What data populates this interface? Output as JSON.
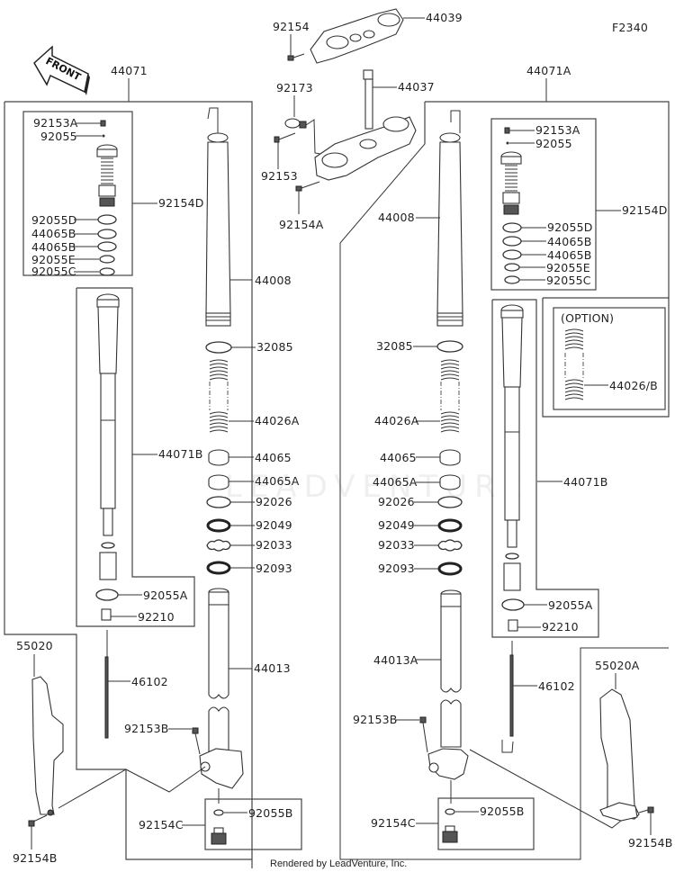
{
  "diagram": {
    "figure_code": "F2340",
    "front_indicator": "FRONT",
    "credit": "Rendered by LeadVenture, Inc.",
    "watermark": "LEADVENTURE",
    "option_label": "(OPTION)",
    "top_assembly": {
      "upper_clamp": "44039",
      "upper_clamp_bolt": "92154",
      "stem": "44037",
      "clamp_holder": "92173",
      "holder_bolt": "92153",
      "lower_clamp_bolt": "92154A"
    },
    "left_fork": {
      "assembly": "44071",
      "cap_assembly": "92154D",
      "cap_parts": [
        "92153A",
        "92055",
        "92055D",
        "44065B",
        "44065B",
        "92055E",
        "92055C"
      ],
      "outer_tube": "44008",
      "stack": [
        "32085",
        "44026A",
        "44065",
        "44065A",
        "92026",
        "92049",
        "92033",
        "92093"
      ],
      "cartridge": "44071B",
      "cartridge_parts": [
        "92055A",
        "92210"
      ],
      "rod": "46102",
      "inner_tube": "44013",
      "axle_bolt": "92153B",
      "bottom_assembly": "92154C",
      "bottom_oring": "92055B",
      "guard": "55020",
      "guard_bolt": "92154B"
    },
    "right_fork": {
      "assembly": "44071A",
      "cap_assembly": "92154D",
      "cap_parts": [
        "92153A",
        "92055",
        "92055D",
        "44065B",
        "44065B",
        "92055E",
        "92055C"
      ],
      "outer_tube": "44008",
      "stack": [
        "32085",
        "44026A",
        "44065",
        "44065A",
        "92026",
        "92049",
        "92033",
        "92093"
      ],
      "cartridge": "44071B",
      "cartridge_parts": [
        "92055A",
        "92210"
      ],
      "optional_spring": "44026/B",
      "rod": "46102",
      "inner_tube": "44013A",
      "axle_bolt": "92153B",
      "bottom_assembly": "92154C",
      "bottom_oring": "92055B",
      "guard": "55020A",
      "guard_bolt": "92154B"
    }
  }
}
